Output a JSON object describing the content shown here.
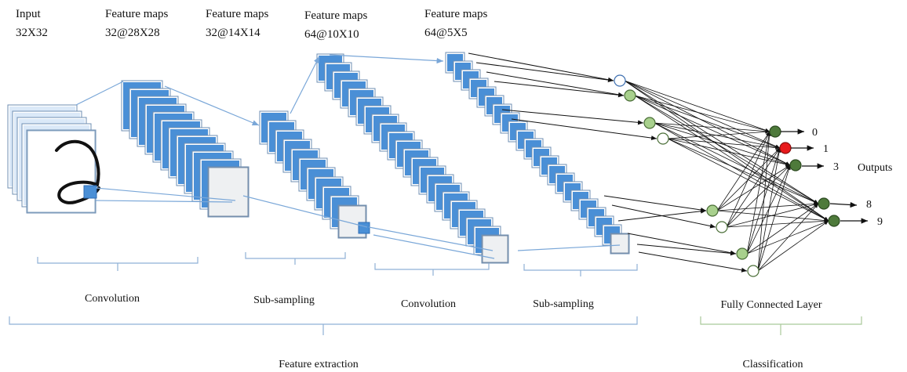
{
  "header_labels": [
    {
      "line1": "Input",
      "line2": "32X32"
    },
    {
      "line1": "Feature maps",
      "line2": "32@28X28"
    },
    {
      "line1": "Feature maps",
      "line2": "32@14X14"
    },
    {
      "line1": "Feature maps",
      "line2": "64@10X10"
    },
    {
      "line1": "Feature maps",
      "line2": "64@5X5"
    }
  ],
  "stage_labels": [
    "Convolution",
    "Sub-sampling",
    "Convolution",
    "Sub-sampling",
    "Fully Connected Layer"
  ],
  "group_labels": [
    "Feature extraction",
    "Classification"
  ],
  "output_digits": [
    "0",
    "1",
    "3",
    "8",
    "9"
  ],
  "outputs_label": "Outputs",
  "colors": {
    "map_blue": "#4a8fd6",
    "map_light": "#dbe9f8",
    "line_blue": "#7aa7d8",
    "node_light_green": "#a8d08d",
    "node_dark_green": "#4e7a3b",
    "node_red": "#e8191b",
    "bracket_blue": "#8fb0d6",
    "bracket_green": "#a9c99a"
  }
}
